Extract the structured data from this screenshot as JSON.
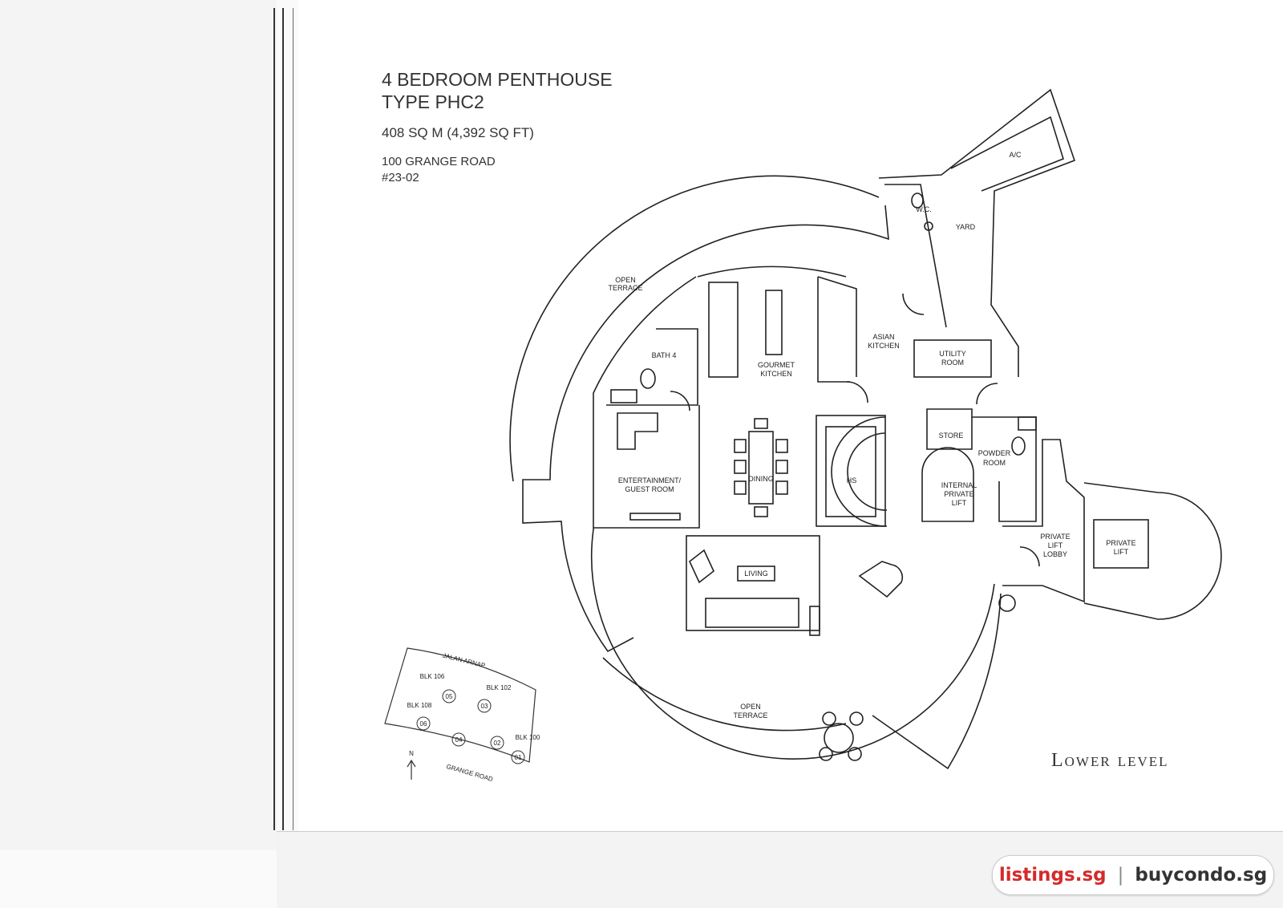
{
  "header": {
    "title_line1": "4 BEDROOM PENTHOUSE",
    "title_line2": "TYPE PHC2",
    "area": "408 SQ M (4,392 SQ FT)",
    "address_line1": "100 GRANGE ROAD",
    "address_line2": "#23-02"
  },
  "level_label": "Lower level",
  "rooms": {
    "wc": "W.C.",
    "ac": "A/C",
    "yard": "YARD",
    "open_terrace_top_1": "OPEN",
    "open_terrace_top_2": "TERRACE",
    "bath4": "BATH 4",
    "gourmet_1": "GOURMET",
    "gourmet_2": "KITCHEN",
    "asian_1": "ASIAN",
    "asian_2": "KITCHEN",
    "utility_1": "UTILITY",
    "utility_2": "ROOM",
    "entertain_1": "ENTERTAINMENT/",
    "entertain_2": "GUEST ROOM",
    "dining": "DINING",
    "hs": "HS",
    "store": "STORE",
    "powder_1": "POWDER",
    "powder_2": "ROOM",
    "internal_1": "INTERNAL",
    "internal_2": "PRIVATE",
    "internal_3": "LIFT",
    "lobby_1": "PRIVATE",
    "lobby_2": "LIFT",
    "lobby_3": "LOBBY",
    "plift_1": "PRIVATE",
    "plift_2": "LIFT",
    "living": "LIVING",
    "open_terrace_bot_1": "OPEN",
    "open_terrace_bot_2": "TERRACE"
  },
  "keyplan": {
    "road_top": "JALAN ARNAP",
    "road_bottom": "GRANGE ROAD",
    "north": "N",
    "blocks": [
      "BLK 106",
      "BLK 102",
      "BLK 108",
      "BLK 100"
    ],
    "units": [
      "05",
      "03",
      "06",
      "04",
      "02",
      "01"
    ]
  },
  "watermark": {
    "left": "listings.sg",
    "separator": "|",
    "right": "buycondo.sg",
    "left_color": "#d42a2a",
    "right_color": "#333333"
  }
}
